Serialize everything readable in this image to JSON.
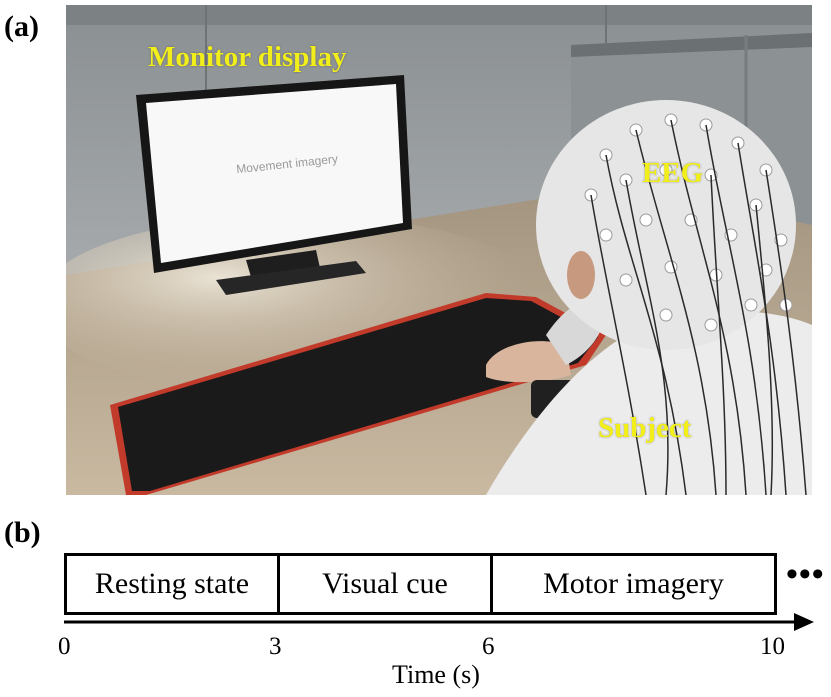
{
  "panel_a": {
    "label": "(a)",
    "annotations": {
      "monitor": "Monitor display",
      "eeg": "EEG",
      "subject": "Subject"
    },
    "screen_text": "Movement imagery"
  },
  "panel_b": {
    "label": "(b)",
    "phases": [
      {
        "label": "Resting state",
        "start": 0,
        "end": 3
      },
      {
        "label": "Visual cue",
        "start": 3,
        "end": 6
      },
      {
        "label": "Motor imagery",
        "start": 6,
        "end": 10
      }
    ],
    "ticks": [
      "0",
      "3",
      "6",
      "10"
    ],
    "axis_title": "Time (s)",
    "continuation": "•••"
  }
}
